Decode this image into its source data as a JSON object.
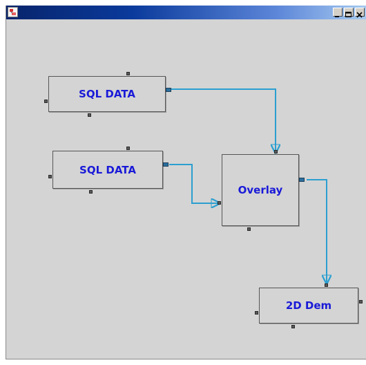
{
  "window": {
    "title": "",
    "controls": [
      "minimize",
      "maximize",
      "close"
    ]
  },
  "nodes": [
    {
      "id": "sql1",
      "label": "SQL DATA"
    },
    {
      "id": "sql2",
      "label": "SQL DATA"
    },
    {
      "id": "overlay",
      "label": "Overlay"
    },
    {
      "id": "dem",
      "label": "2D Dem"
    }
  ],
  "connections": [
    {
      "from": "sql1",
      "to": "overlay"
    },
    {
      "from": "sql2",
      "to": "overlay"
    },
    {
      "from": "overlay",
      "to": "dem"
    }
  ],
  "colors": {
    "link": "#2b9fd0",
    "node_label": "#1a1ad8",
    "canvas": "#d4d4d4"
  }
}
